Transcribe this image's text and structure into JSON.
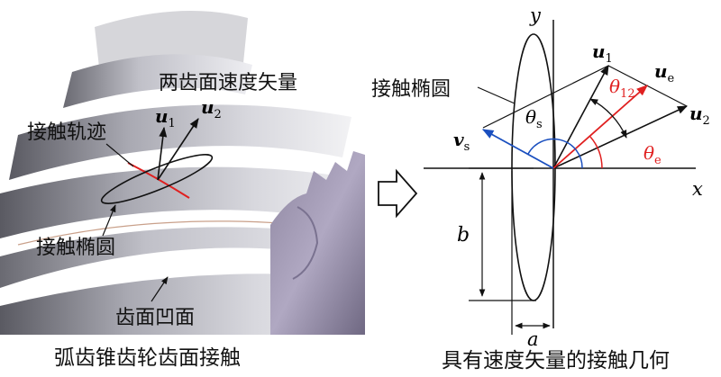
{
  "left_panel": {
    "caption": "弧齿锥齿轮齿面接触",
    "label_velocity": "两齿面速度矢量",
    "label_trace": "接触轨迹",
    "label_ellipse": "接触椭圆",
    "label_concave": "齿面凹面",
    "u1": "u",
    "u1_sub": "1",
    "u2": "u",
    "u2_sub": "2"
  },
  "right_panel": {
    "caption": "具有速度矢量的接触几何",
    "label_ellipse": "接触椭圆",
    "axis_x": "x",
    "axis_y": "y",
    "u1": "u",
    "u1_sub": "1",
    "u2": "u",
    "u2_sub": "2",
    "ue": "u",
    "ue_sub": "e",
    "vs": "v",
    "vs_sub": "s",
    "theta_s": "θ",
    "theta_s_sub": "s",
    "theta_12": "θ",
    "theta_12_sub": "12",
    "theta_e": "θ",
    "theta_e_sub": "e",
    "dim_b": "b",
    "dim_a": "a"
  },
  "colors": {
    "red": "#e02020",
    "blue": "#1a4fbf",
    "black": "#111111"
  }
}
